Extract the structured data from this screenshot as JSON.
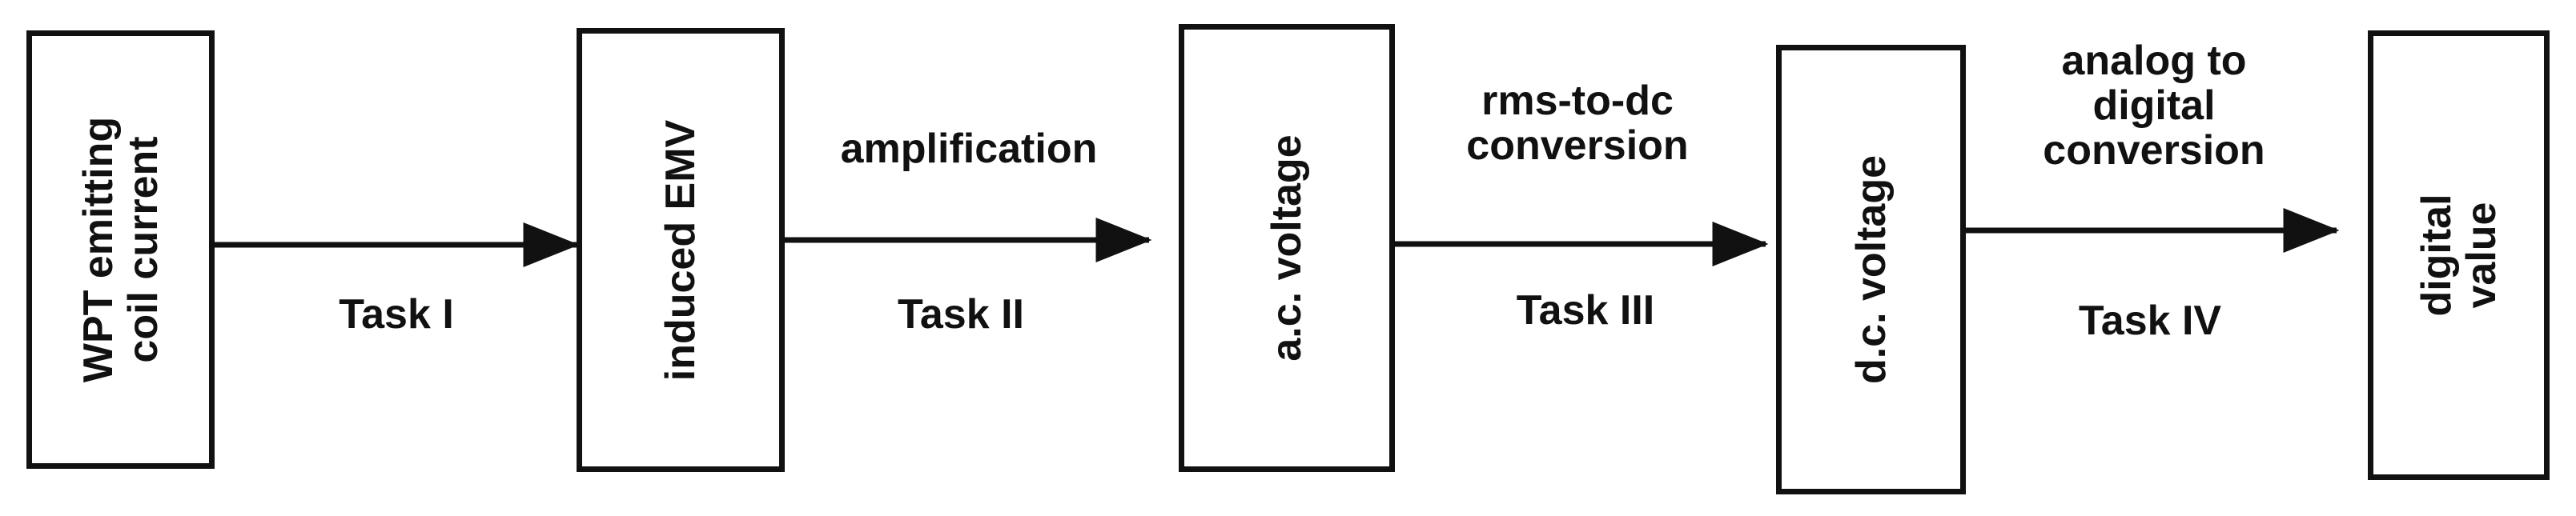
{
  "blocks": {
    "coil_current": {
      "lines": [
        "WPT emitting",
        "coil current"
      ]
    },
    "induced_emv": {
      "lines": [
        "induced EMV"
      ]
    },
    "ac_voltage": {
      "lines": [
        "a.c. voltage"
      ]
    },
    "dc_voltage": {
      "lines": [
        "d.c. voltage"
      ]
    },
    "digital_value": {
      "lines": [
        "digital",
        "value"
      ]
    }
  },
  "processes": {
    "amplification": {
      "lines": [
        "amplification"
      ]
    },
    "rms_to_dc": {
      "lines": [
        "rms-to-dc",
        "conversion"
      ]
    },
    "analog_to_digital": {
      "lines": [
        "analog to",
        "digital",
        "conversion"
      ]
    }
  },
  "tasks": {
    "task_1": "Task I",
    "task_2": "Task II",
    "task_3": "Task III",
    "task_4": "Task IV"
  },
  "colors": {
    "stroke": "#111111",
    "background": "#ffffff"
  }
}
